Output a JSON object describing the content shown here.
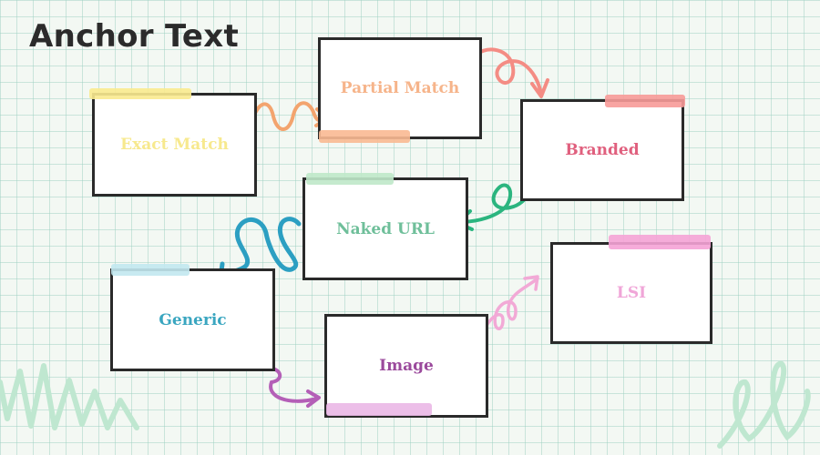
{
  "title": "Anchor Text",
  "colors": {
    "exact": "#f7e98e",
    "partial": "#f6b48a",
    "branded": "#e0607e",
    "naked": "#6fbf9a",
    "generic": "#3aa6c0",
    "image": "#9b4a9c",
    "lsi": "#f0a6d8"
  },
  "nodes": {
    "exact": "Exact Match",
    "partial": "Partial Match",
    "branded": "Branded",
    "naked": "Naked URL",
    "generic": "Generic",
    "image": "Image",
    "lsi": "LSI"
  },
  "connections": [
    {
      "from": "Exact Match",
      "to": "Partial Match"
    },
    {
      "from": "Partial Match",
      "to": "Branded"
    },
    {
      "from": "Branded",
      "to": "Naked URL"
    },
    {
      "from": "Naked URL",
      "to": "Generic"
    },
    {
      "from": "Generic",
      "to": "Image"
    },
    {
      "from": "Image",
      "to": "LSI"
    }
  ]
}
